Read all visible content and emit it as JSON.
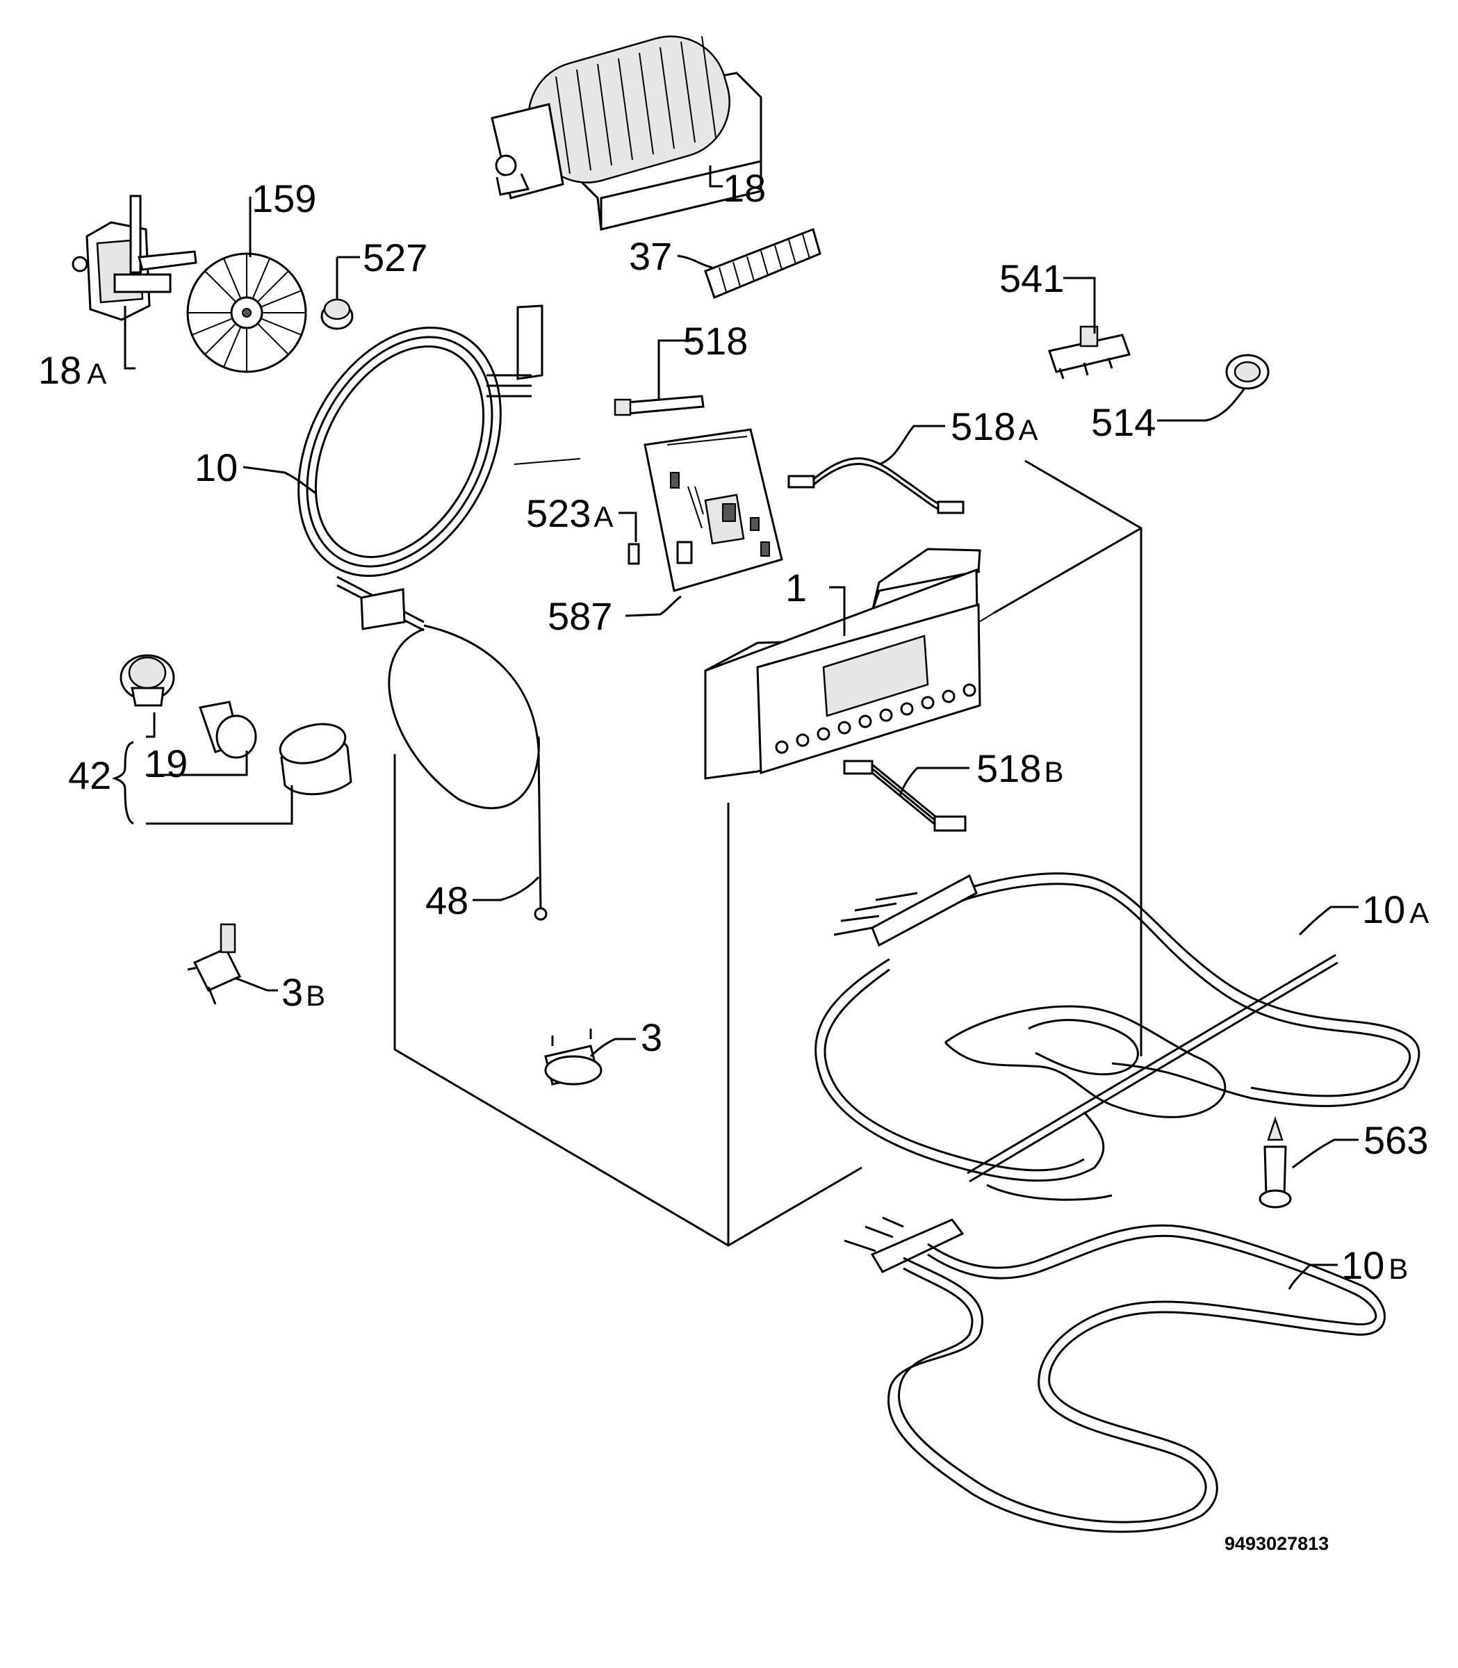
{
  "diagram": {
    "labels": {
      "18": "18",
      "159": "159",
      "527": "527",
      "18A_num": "18",
      "18A_suffix": "A",
      "37": "37",
      "518": "518",
      "541": "541",
      "514": "514",
      "518A_num": "518",
      "518A_suffix": "A",
      "10": "10",
      "523A_num": "523",
      "523A_suffix": "A",
      "587": "587",
      "1": "1",
      "42": "42",
      "19": "19",
      "518B_num": "518",
      "518B_suffix": "B",
      "48": "48",
      "10A_num": "10",
      "10A_suffix": "A",
      "3B_num": "3",
      "3B_suffix": "B",
      "3": "3",
      "563": "563",
      "10B_num": "10",
      "10B_suffix": "B"
    },
    "document_number": "9493027813"
  }
}
